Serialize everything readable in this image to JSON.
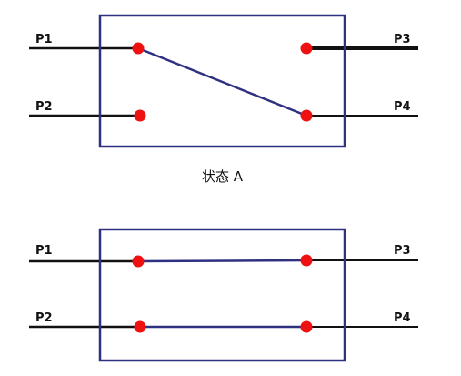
{
  "colors": {
    "box_border": "#2e3080",
    "link_line": "#2e3080",
    "port_line": "#111111",
    "node_fill": "#ee1111",
    "text": "#111111"
  },
  "top": {
    "ports": {
      "p1": "P1",
      "p2": "P2",
      "p3": "P3",
      "p4": "P4"
    },
    "caption": "状态 A",
    "connections": [
      [
        "P1",
        "P4"
      ]
    ]
  },
  "bottom": {
    "ports": {
      "p1": "P1",
      "p2": "P2",
      "p3": "P3",
      "p4": "P4"
    },
    "connections": [
      [
        "P1",
        "P3"
      ],
      [
        "P2",
        "P4"
      ]
    ]
  }
}
